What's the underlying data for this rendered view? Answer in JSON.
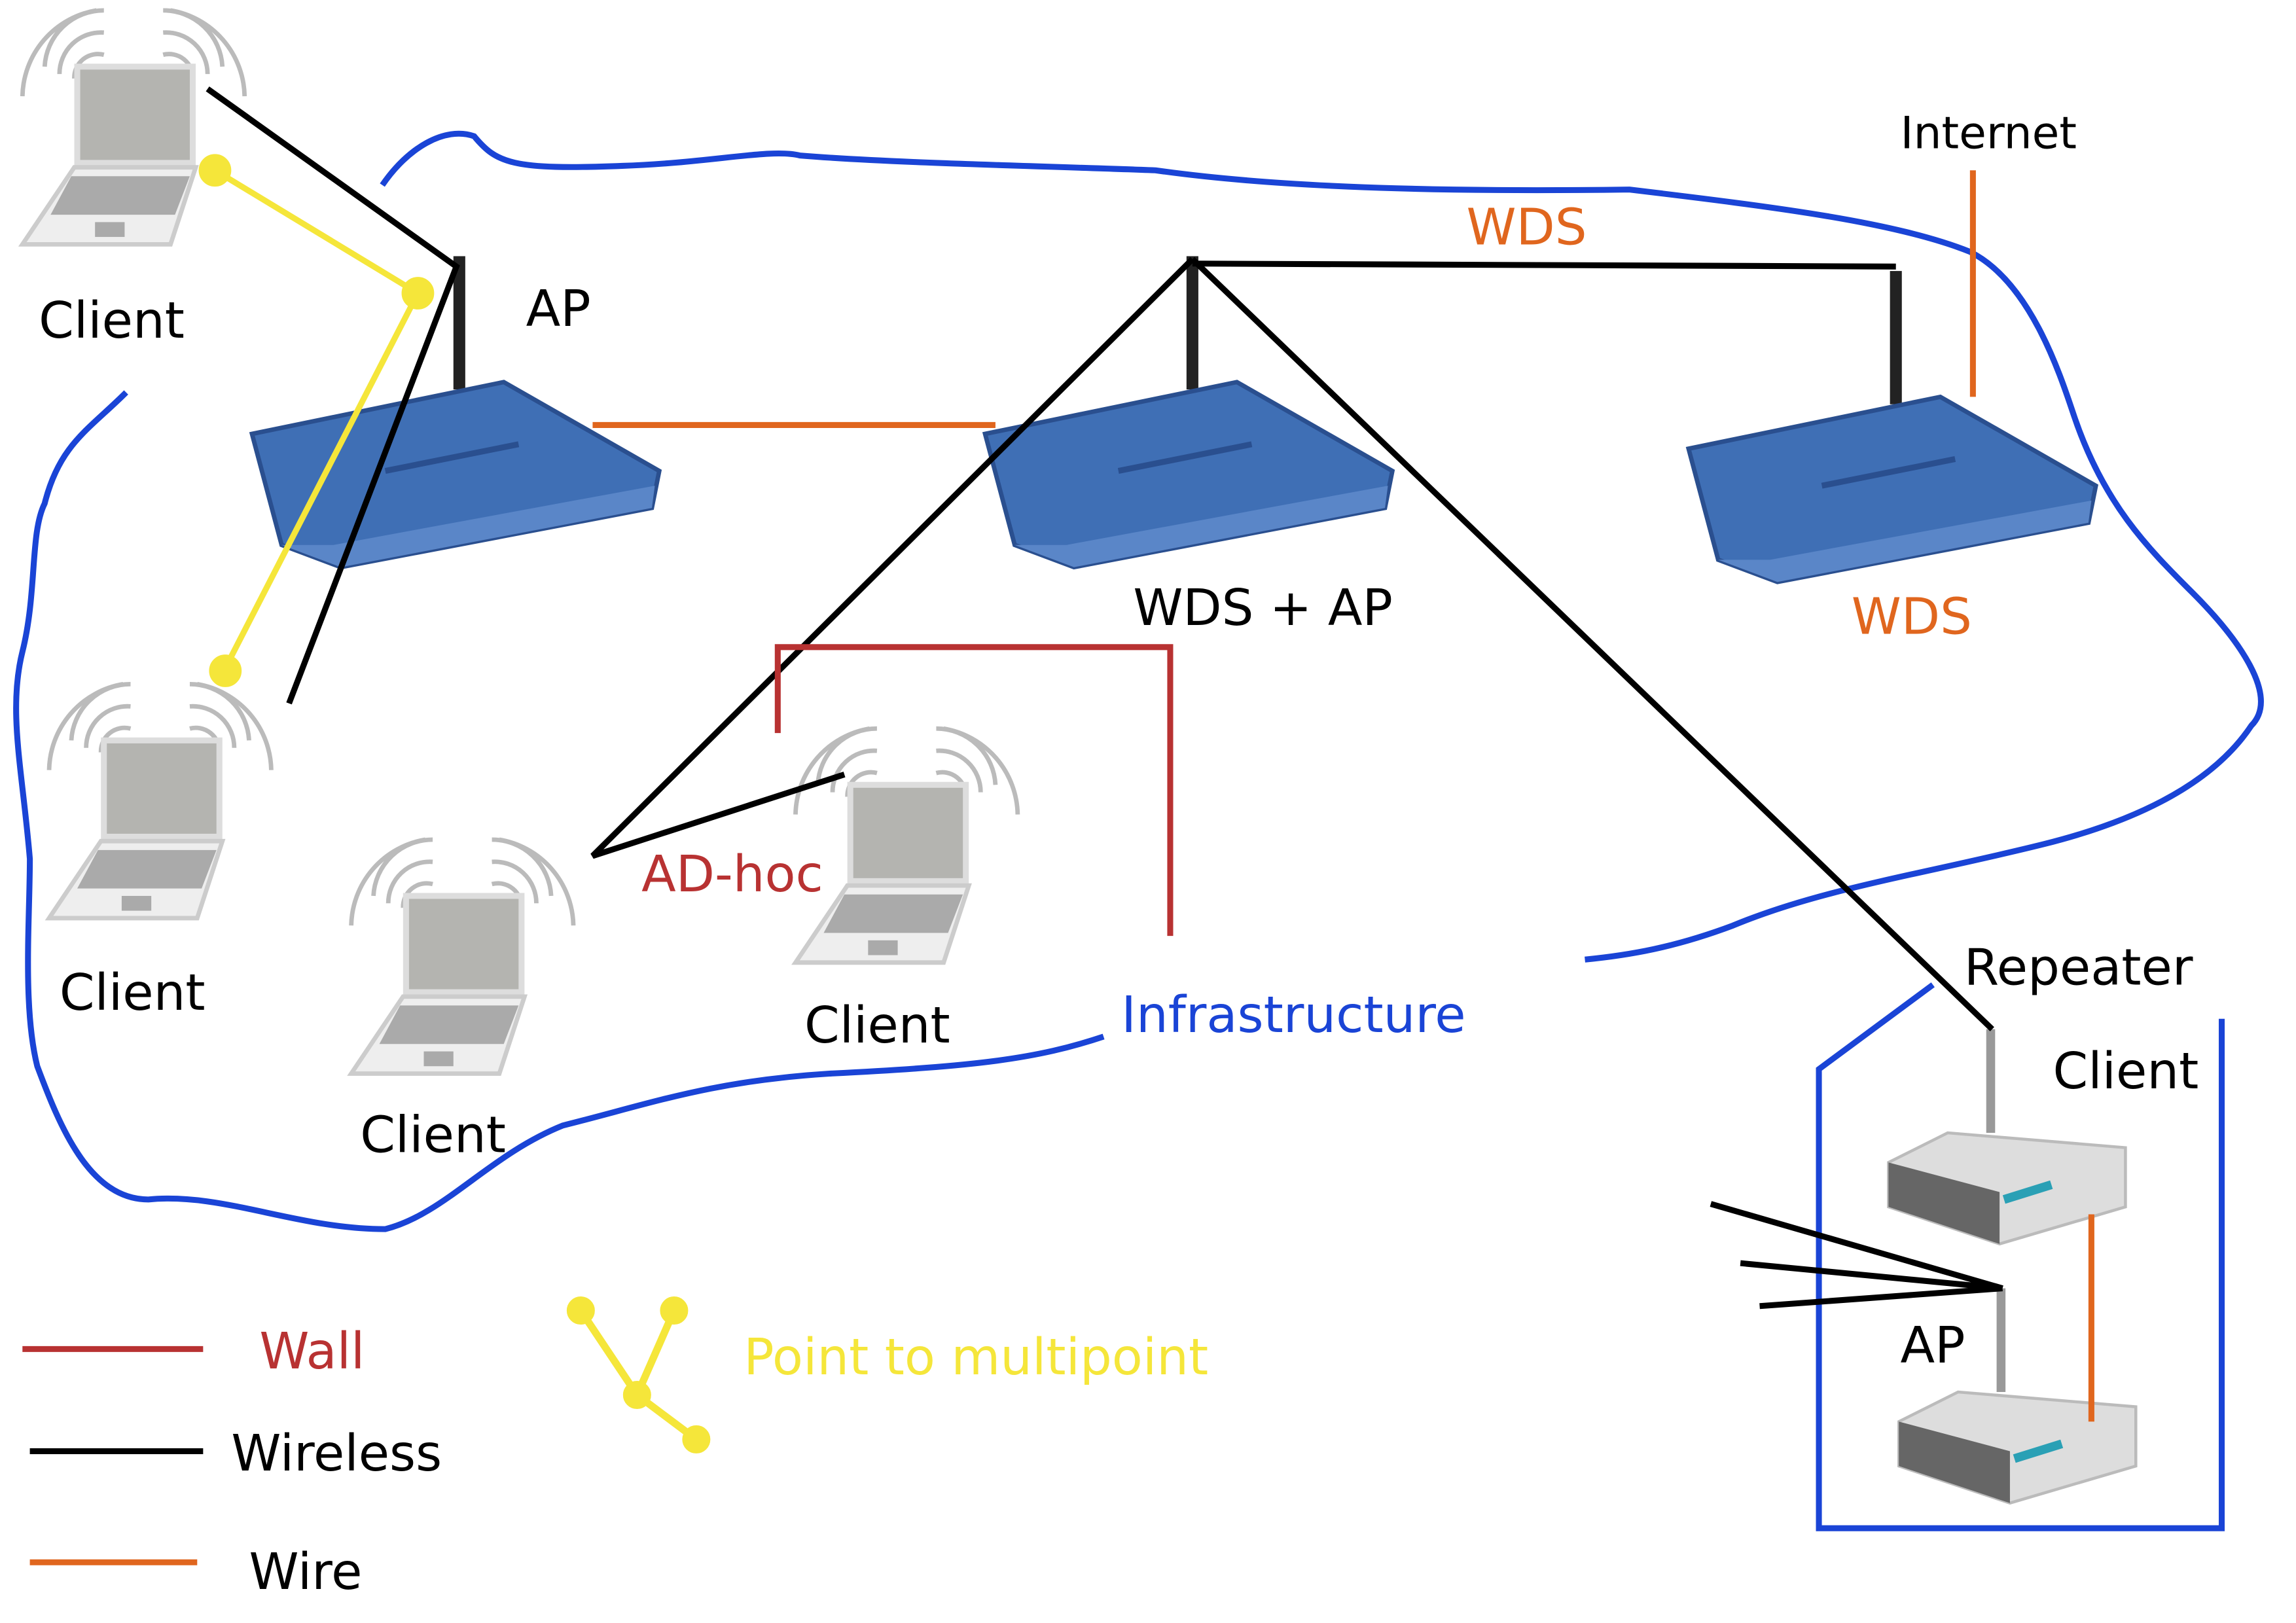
{
  "colors": {
    "wall": "#b83232",
    "wireless": "#000000",
    "wire": "#e0661e",
    "p2mp": "#f5e63a",
    "infrastructure": "#1a44d6",
    "router": "#3f6fb5"
  },
  "labels": {
    "client_top": "Client",
    "ap": "AP",
    "internet": "Internet",
    "wds_top": "WDS",
    "wds_ap": "WDS + AP",
    "wds_right": "WDS",
    "client_left": "Client",
    "client_mid": "Client",
    "client_right": "Client",
    "adhoc": "AD-hoc",
    "infrastructure": "Infrastructure",
    "repeater": "Repeater",
    "client_repeater": "Client",
    "ap_repeater": "AP"
  },
  "legend": {
    "wall": "Wall",
    "wireless": "Wireless",
    "wire": "Wire",
    "p2mp": "Point to multipoint"
  },
  "icons": [
    "laptop-icon",
    "wireless-router-icon",
    "dlink-router-icon"
  ]
}
